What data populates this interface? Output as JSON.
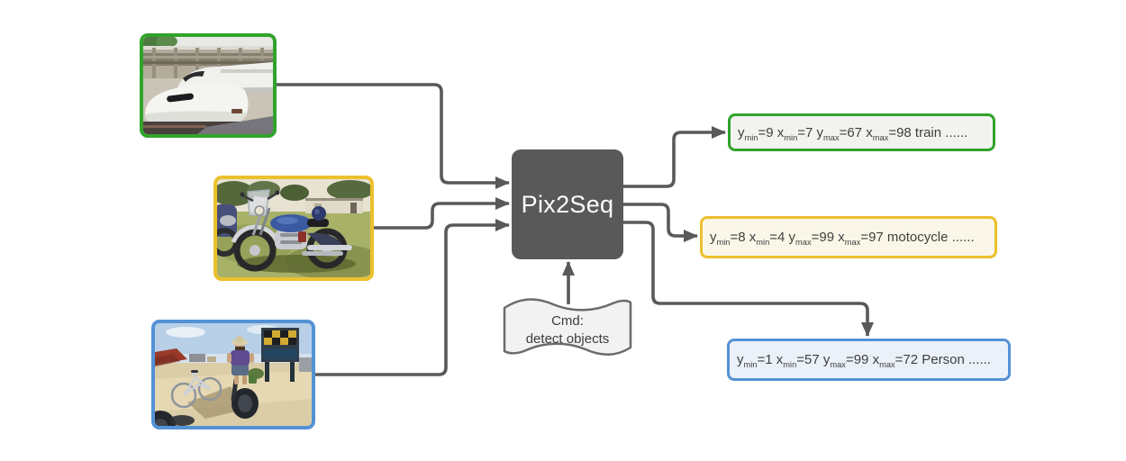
{
  "colors": {
    "background": "#ffffff",
    "connector": "#595959",
    "model_box": "#595959",
    "model_text": "#ffffff",
    "green": "#31a32c",
    "yellow": "#ecc02d",
    "blue": "#5392d6",
    "green_fill": "#f2f3ef",
    "yellow_fill": "#faf7e8",
    "blue_fill": "#ebf1f9",
    "scroll_fill": "#f2f2f2",
    "scroll_border": "#6b6b6b",
    "sequence_text": "#3f3f3f"
  },
  "model": {
    "label": "Pix2Seq"
  },
  "cmd": {
    "line1": "Cmd:",
    "line2": "detect objects"
  },
  "inputs": [
    {
      "name": "train-photo",
      "subject": "two white bullet trains at a station"
    },
    {
      "name": "motorcycle-photo",
      "subject": "blue cruiser motorcycle parked on grass"
    },
    {
      "name": "person-photo",
      "subject": "person riding an oversized bike in the desert"
    }
  ],
  "outputs": [
    {
      "name": "train-sequence",
      "tokens": [
        {
          "base": "y",
          "sub": "min"
        },
        {
          "text": "=9 "
        },
        {
          "base": "x",
          "sub": "min"
        },
        {
          "text": "=7 "
        },
        {
          "base": "y",
          "sub": "max"
        },
        {
          "text": "=67 "
        },
        {
          "base": "x",
          "sub": "max"
        },
        {
          "text": "=98 train ......"
        }
      ]
    },
    {
      "name": "motocycle-sequence",
      "tokens": [
        {
          "base": "y",
          "sub": "min"
        },
        {
          "text": "=8 "
        },
        {
          "base": "x",
          "sub": "min"
        },
        {
          "text": "=4 "
        },
        {
          "base": "y",
          "sub": "max"
        },
        {
          "text": "=99 "
        },
        {
          "base": "x",
          "sub": "max"
        },
        {
          "text": "=97 motocycle ......"
        }
      ]
    },
    {
      "name": "person-sequence",
      "tokens": [
        {
          "base": "y",
          "sub": "min"
        },
        {
          "text": "=1 "
        },
        {
          "base": "x",
          "sub": "min"
        },
        {
          "text": "=57 "
        },
        {
          "base": "y",
          "sub": "max"
        },
        {
          "text": "=99 "
        },
        {
          "base": "x",
          "sub": "max"
        },
        {
          "text": "=72 Person ......"
        }
      ]
    }
  ]
}
